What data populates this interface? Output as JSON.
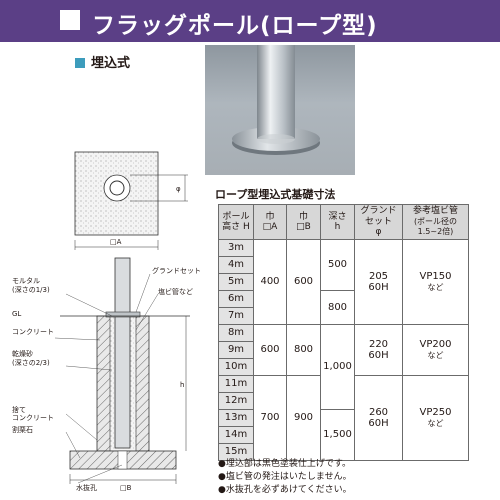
{
  "header": {
    "title": "フラッグポール(ロープ型)"
  },
  "subhead": {
    "label": "埋込式"
  },
  "diagram": {
    "plan_dim_phi": "φ",
    "plan_dim_A": "□A",
    "labels": {
      "mortar": "モルタル",
      "mortar_depth": "(深さの1/3)",
      "gl": "GL",
      "concrete": "コンクリート",
      "dry_sand": "乾燥砂",
      "dry_sand_depth": "(深さの2/3)",
      "sute": "捨て",
      "sute_concrete": "コンクリート",
      "gravel": "割栗石",
      "ground_set": "グランドセット",
      "pvc_pipe": "塩ビ管など",
      "h": "h",
      "drain": "水抜孔",
      "dim_B": "□B"
    }
  },
  "table": {
    "title": "ロープ型埋込式基礎寸法",
    "headers": {
      "pole": [
        "ポール",
        "高さ H"
      ],
      "a": [
        "巾",
        "□A"
      ],
      "b": [
        "巾",
        "□B"
      ],
      "depth": [
        "深さ",
        "h"
      ],
      "gs": [
        "グランド",
        "セット",
        "φ"
      ],
      "pvc": [
        "参考塩ビ管",
        "(ポール径の1.5~2倍)"
      ]
    },
    "heights": [
      "3m",
      "4m",
      "5m",
      "6m",
      "7m",
      "8m",
      "9m",
      "10m",
      "11m",
      "12m",
      "13m",
      "14m",
      "15m"
    ],
    "groups": [
      {
        "a": "400",
        "b": "600",
        "gs": [
          "205",
          "60H"
        ],
        "pvc": [
          "VP150",
          "など"
        ]
      },
      {
        "a": "600",
        "b": "800",
        "gs": [
          "220",
          "60H"
        ],
        "pvc": [
          "VP200",
          "など"
        ]
      },
      {
        "a": "700",
        "b": "900",
        "gs": [
          "260",
          "60H"
        ],
        "pvc": [
          "VP250",
          "など"
        ]
      }
    ],
    "depths": [
      "500",
      "800",
      "1,000",
      "1,500"
    ]
  },
  "notes": [
    "●埋込部は黒色塗装仕上げです。",
    "●塩ビ管の発注はいたしません。",
    "●水抜孔を必ずあけてください。"
  ],
  "colors": {
    "header_bg": "#5b3f86",
    "subhead_mark": "#3d9cbc",
    "table_header_bg": "#d7d7d7"
  }
}
